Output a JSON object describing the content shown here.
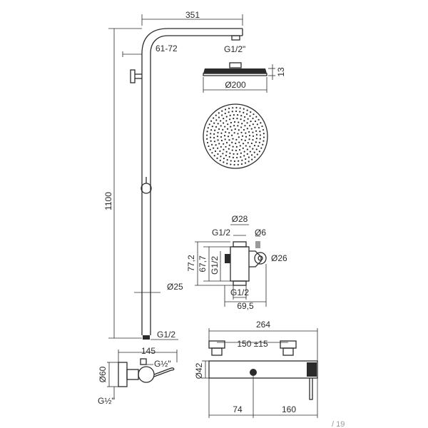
{
  "dimensions": {
    "overall_width": "351",
    "arm_offset": "61-72",
    "head_inlet": "G1/2\"",
    "head_thickness": "13",
    "head_diameter": "Ø200",
    "total_height": "1100",
    "tube_diameter": "Ø25",
    "bottom_inlet": "G1/2",
    "slider_diameter_top": "Ø28",
    "slider_inlet_top": "G1/2",
    "slider_pin": "Ø6",
    "slider_height_outer": "77,2",
    "slider_height_inner": "67,7",
    "slider_inlet_side": "G1/2",
    "slider_diameter_side": "Ø26",
    "slider_inlet_bottom": "G1/2",
    "slider_width": "69,5",
    "mixer_offset": "145",
    "mixer_inlet_right": "G½\"",
    "mixer_flange_diameter": "Ø60",
    "mixer_inlet_left": "G½\"",
    "mixer_total_length": "264",
    "mixer_centres": "150 ±15",
    "mixer_body_diameter": "Ø42",
    "mixer_seg_left": "74",
    "mixer_seg_right": "160"
  },
  "page_number": "/ 19"
}
